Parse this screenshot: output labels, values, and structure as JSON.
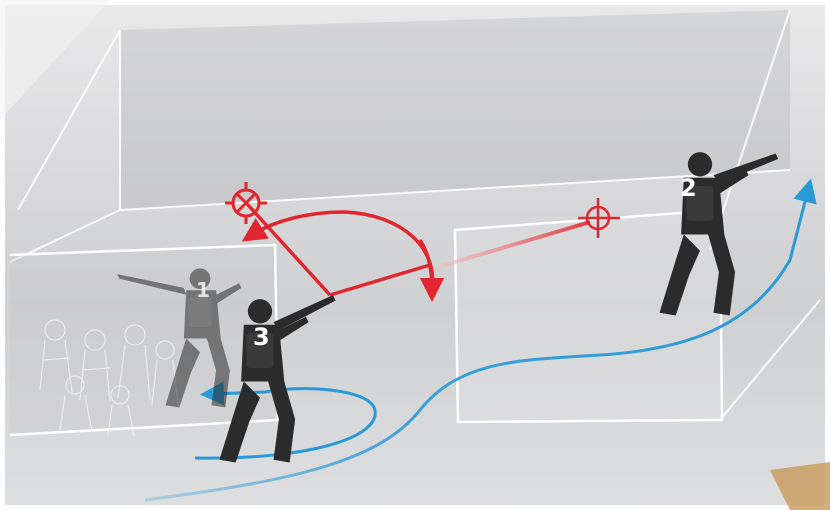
{
  "figure_numbers": [
    "1",
    "3",
    "2"
  ],
  "icons": [
    "soldier-figure",
    "target-crosshair",
    "aim-crosshair",
    "movement-arrow",
    "sweep-arc-arrow"
  ],
  "colors": {
    "movement_path": "#2a9ad6",
    "fire_sector": "#e0262e",
    "room_outline": "#ffffff",
    "soldier": "#2b2b2b"
  }
}
